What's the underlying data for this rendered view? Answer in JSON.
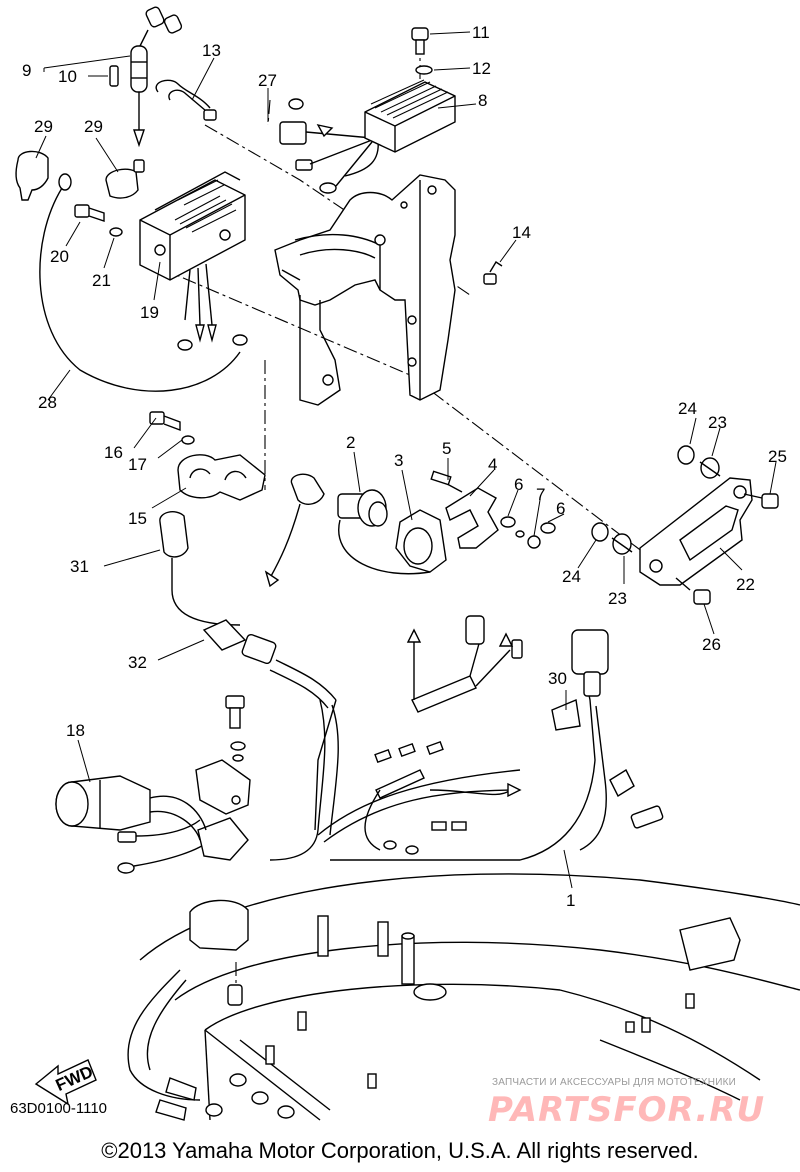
{
  "callouts": [
    "1",
    "2",
    "3",
    "4",
    "5",
    "6",
    "6",
    "7",
    "8",
    "9",
    "10",
    "11",
    "12",
    "13",
    "14",
    "15",
    "16",
    "17",
    "18",
    "19",
    "20",
    "21",
    "22",
    "23",
    "23",
    "24",
    "24",
    "25",
    "26",
    "27",
    "28",
    "29",
    "29",
    "30",
    "31",
    "32"
  ],
  "fwd_label": "FWD",
  "diagram_code": "63D0100-1110",
  "copyright": "©2013 Yamaha Motor Corporation, U.S.A. All rights reserved.",
  "watermark": {
    "tagline": "ЗАПЧАСТИ И АКСЕССУАРЫ ДЛЯ МОТОТЕХНИКИ",
    "brand": "PARTSFOR.RU"
  }
}
